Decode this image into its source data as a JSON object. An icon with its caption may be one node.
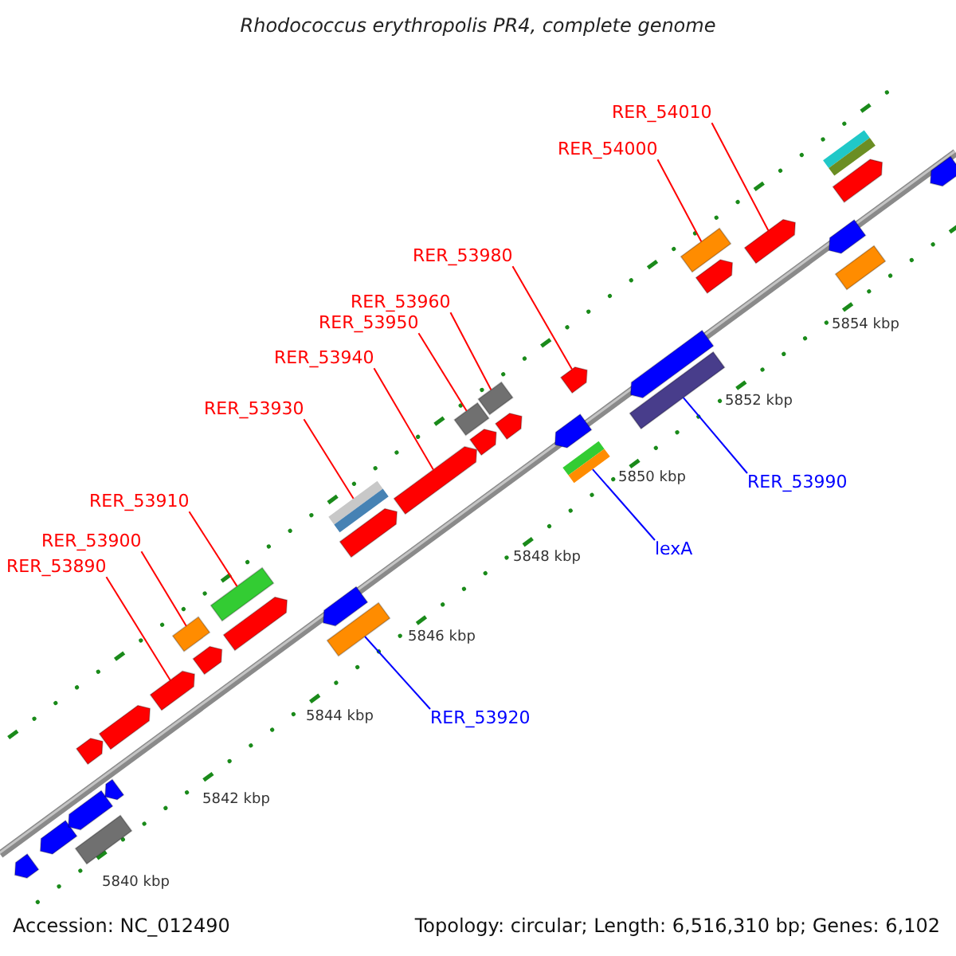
{
  "diagram": {
    "title": "Rhodococcus erythropolis PR4, complete genome",
    "nodes": [
      {
        "text": [
          "RER_54010"
        ]
      },
      {
        "text": [
          "RER_54000"
        ]
      },
      {
        "text": [
          "RER_53980"
        ]
      },
      {
        "text": [
          "RER_53960"
        ]
      },
      {
        "text": [
          "RER_53950"
        ]
      },
      {
        "text": [
          "RER_53940"
        ]
      },
      {
        "text": [
          "RER_53930"
        ]
      },
      {
        "text": [
          "RER_53910"
        ]
      },
      {
        "text": [
          "RER_53900"
        ]
      },
      {
        "text": [
          "RER_53890"
        ]
      },
      {
        "text": [
          "RER_53990"
        ]
      },
      {
        "text": [
          "lexA"
        ]
      },
      {
        "text": [
          "RER_53920"
        ]
      },
      {
        "text": [],
        "shape": "pentagon"
      },
      {
        "text": [],
        "shape": "box"
      },
      {
        "text": [],
        "shape": "pentagon"
      },
      {
        "text": [],
        "shape": "box"
      },
      {
        "text": [],
        "shape": "box"
      },
      {
        "text": [],
        "shape": "pentagon"
      },
      {
        "text": [],
        "shape": "box"
      },
      {
        "text": [],
        "shape": "box"
      },
      {
        "text": [],
        "shape": "box"
      },
      {
        "text": [],
        "shape": "pentagon"
      },
      {
        "text": [],
        "shape": "box"
      },
      {
        "text": [],
        "shape": "box"
      },
      {
        "text": [],
        "shape": "box"
      },
      {
        "text": [],
        "shape": "pentagon"
      },
      {
        "text": [],
        "shape": "pentagon"
      },
      {
        "text": [],
        "shape": "pentagon"
      },
      {
        "text": [],
        "shape": "pentagon"
      },
      {
        "text": [],
        "shape": "box"
      },
      {
        "text": [],
        "shape": "pentagon"
      },
      {
        "text": [],
        "shape": "pentagon"
      },
      {
        "text": [],
        "shape": "pentagon"
      },
      {
        "text": [],
        "shape": "pentagon"
      },
      {
        "text": [],
        "shape": "pentagon"
      },
      {
        "text": [],
        "shape": "pentagon"
      },
      {
        "text": [],
        "shape": "pentagon"
      },
      {
        "text": [],
        "shape": "pentagon"
      },
      {
        "text": [],
        "shape": "pentagon"
      },
      {
        "text": [],
        "shape": "pentagon"
      },
      {
        "text": [],
        "shape": "pentagon"
      },
      {
        "text": [],
        "shape": "pentagon"
      },
      {
        "text": [],
        "shape": "box"
      },
      {
        "text": [],
        "shape": "pentagon"
      },
      {
        "text": [],
        "shape": "box"
      },
      {
        "text": [],
        "shape": "pentagon"
      }
    ],
    "edges": [
      {
        "from": 0,
        "to": 13,
        "arrow": "none"
      },
      {
        "from": 1,
        "to": 14,
        "arrow": "none"
      },
      {
        "from": 2,
        "to": 15,
        "arrow": "none"
      },
      {
        "from": 3,
        "to": 16,
        "arrow": "none"
      },
      {
        "from": 4,
        "to": 17,
        "arrow": "none"
      },
      {
        "from": 5,
        "to": 18,
        "arrow": "none"
      },
      {
        "from": 6,
        "to": 19,
        "arrow": "none"
      },
      {
        "from": 7,
        "to": 20,
        "arrow": "none"
      },
      {
        "from": 8,
        "to": 21,
        "arrow": "none"
      },
      {
        "from": 9,
        "to": 22,
        "arrow": "none"
      },
      {
        "from": 10,
        "to": 23,
        "arrow": "none",
        "color": "#0000ff"
      },
      {
        "from": 11,
        "to": 24,
        "arrow": "none",
        "color": "#0000ff"
      },
      {
        "from": 12,
        "to": 25,
        "arrow": "none",
        "color": "#0000ff"
      }
    ],
    "labels": [
      "5840 kbp",
      "5842 kbp",
      "5844 kbp",
      "5846 kbp",
      "5848 kbp",
      "5850 kbp",
      "5852 kbp",
      "5854 kbp",
      "Accession: NC_012490",
      "Topology: circular; Length: 6,516,310 bp; Genes: 6,102"
    ]
  }
}
